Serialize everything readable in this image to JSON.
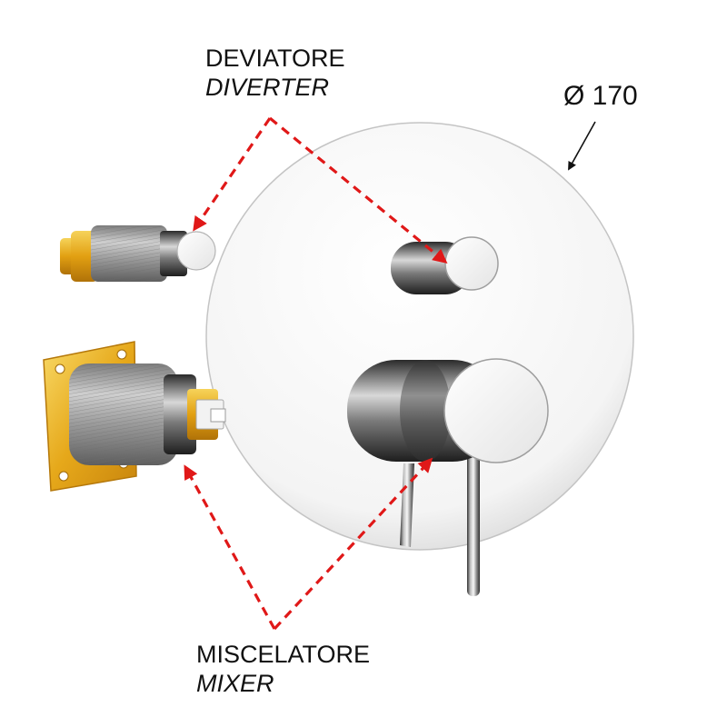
{
  "diverter": {
    "label": "DEVIATORE",
    "label_en": "DIVERTER"
  },
  "mixer": {
    "label": "MISCELATORE",
    "label_en": "MIXER"
  },
  "diameter": {
    "label": "Ø 170"
  },
  "colors": {
    "leader": "#e01818",
    "brass": "#e6a81a",
    "chrome": "#d9d9d9"
  }
}
